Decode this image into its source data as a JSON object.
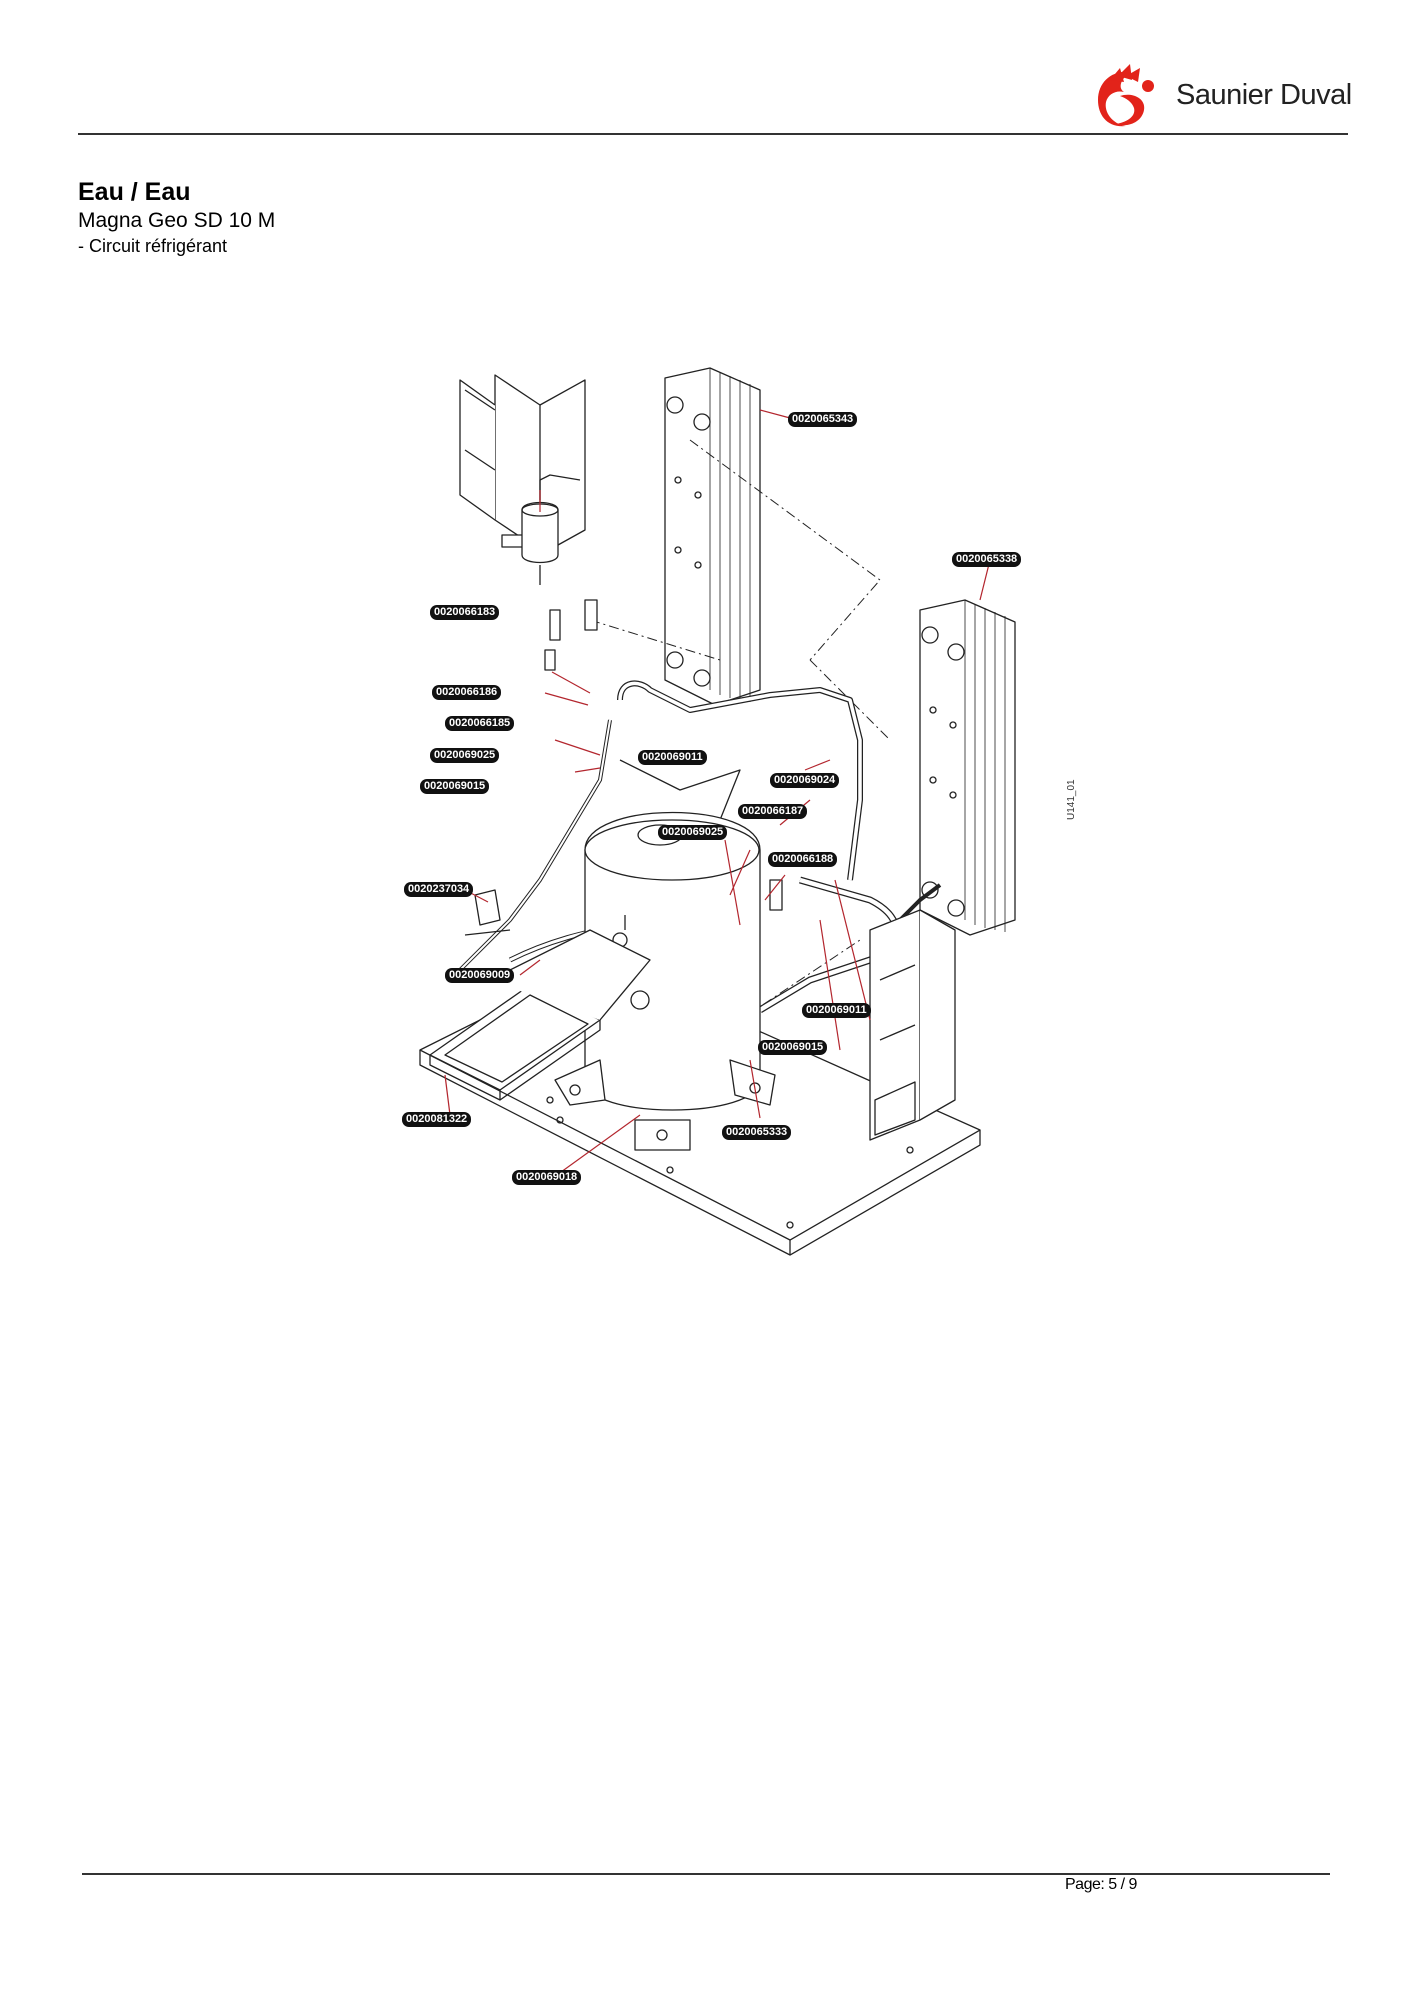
{
  "header": {
    "brand_name": "Saunier Duval",
    "brand_color": "#e2231a"
  },
  "document": {
    "title": "Eau / Eau",
    "model": "Magna Geo SD 10 M",
    "section": "- Circuit réfrigérant"
  },
  "diagram": {
    "drawing_id": "U141_01",
    "part_labels": [
      "0020065343",
      "0020065338",
      "0020066183",
      "0020066186",
      "0020066185",
      "0020069025",
      "0020069011",
      "0020069015",
      "0020069024",
      "0020066187",
      "0020069025",
      "0020066188",
      "0020237034",
      "0020069009",
      "0020069011",
      "0020069015",
      "0020081322",
      "0020065333",
      "0020069018"
    ]
  },
  "footer": {
    "page": "Page: 5 / 9"
  }
}
